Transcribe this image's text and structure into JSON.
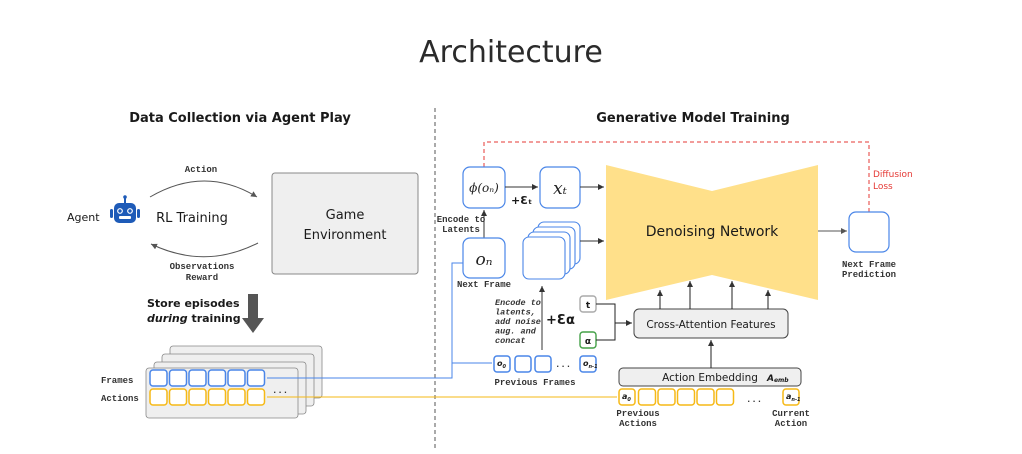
{
  "title": "Architecture",
  "left_section": {
    "heading": "Data Collection via Agent Play",
    "agent_label": "Agent",
    "loop_label": "RL Training",
    "action_label": "Action",
    "observations_label": "Observations",
    "reward_label": "Reward",
    "environment_line1": "Game",
    "environment_line2": "Environment",
    "store_line1": "Store episodes",
    "store_line2_italic": "during",
    "store_line2_rest": " training",
    "frames_label": "Frames",
    "actions_label": "Actions",
    "ellipsis": "..."
  },
  "right_section": {
    "heading": "Generative Model Training",
    "phi_label": "ϕ(oₙ)",
    "noise_t_label": "+Ɛₜ",
    "xt_label": "xₜ",
    "encode_line1": "Encode to",
    "encode_line2": "Latents",
    "on_label": "oₙ",
    "next_frame_label": "Next Frame",
    "denoising_label": "Denoising Network",
    "diffusion_line1": "Diffusion",
    "diffusion_line2": "Loss",
    "prediction_line1": "Next Frame",
    "prediction_line2": "Prediction",
    "encode_noise_lines": [
      "Encode to",
      "latents,",
      "add noise",
      "aug. and",
      "concat"
    ],
    "noise_alpha_label": "+Ɛα",
    "t_token": "t",
    "alpha_token": "α",
    "cross_attention_label": "Cross-Attention Features",
    "prev_frame_first": "o",
    "prev_frame_first_sub": "0",
    "prev_frame_last": "o",
    "prev_frame_last_sub": "n-1",
    "previous_frames_label": "Previous Frames",
    "action_embedding_label": "Action Embedding",
    "action_embedding_symbol": "A",
    "action_embedding_sub": "emb",
    "action_first": "a",
    "action_first_sub": "0",
    "action_last": "a",
    "action_last_sub": "n-1",
    "previous_actions_line1": "Previous",
    "previous_actions_line2": "Actions",
    "current_action_line1": "Current",
    "current_action_line2": "Action",
    "ellipsis": "..."
  },
  "colors": {
    "frame_blue": "#4a86e8",
    "action_yellow": "#f6b916",
    "denoise_fill": "#ffe08a",
    "loss_red": "#e53935",
    "alpha_green": "#43a047",
    "robot_blue": "#1e5bb8"
  }
}
